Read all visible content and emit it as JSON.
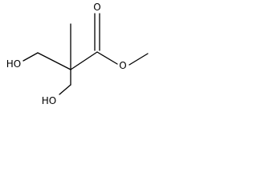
{
  "molecule": {
    "atoms": [
      {
        "id": "HO_top",
        "label": "HO"
      },
      {
        "id": "HO_bottom",
        "label": "HO"
      },
      {
        "id": "O_carbonyl",
        "label": "O"
      },
      {
        "id": "O_ester",
        "label": "O"
      }
    ]
  }
}
